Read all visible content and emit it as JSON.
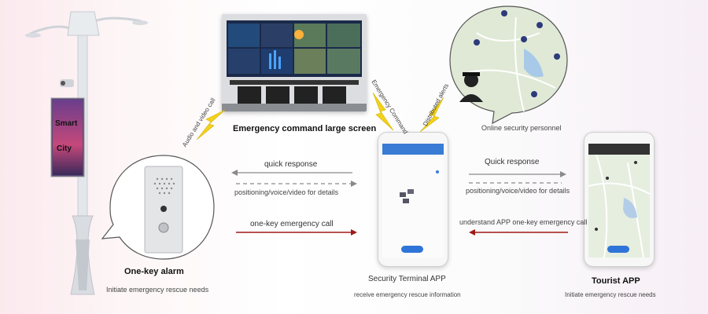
{
  "lamp": {
    "screen_line1": "Smart",
    "screen_line2": "City"
  },
  "big_screen": {
    "caption": "Emergency command large screen"
  },
  "map_bubble": {
    "caption": "Online security personnel"
  },
  "alarm": {
    "title": "One-key alarm",
    "subtitle": "Initiate emergency rescue needs"
  },
  "security_app": {
    "title": "Security Terminal APP",
    "subtitle": "receive emergency rescue information"
  },
  "tourist_app": {
    "title": "Tourist APP",
    "subtitle": "Initiate emergency rescue needs"
  },
  "links": {
    "audio_video": "Audio and video call",
    "emergency_command": "Emergency Command",
    "distributed_alerts": "Distributed alerts"
  },
  "left_flows": {
    "quick_response": "quick response",
    "positioning": "positioning/voice/video for details",
    "one_key_call": "one-key emergency call"
  },
  "right_flows": {
    "quick_response": "Quick response",
    "positioning": "positioning/voice/video for details",
    "understand_call": "understand APP one-key emergency call"
  },
  "colors": {
    "gray_arrow": "#8a8a8a",
    "red_arrow": "#a01818",
    "lightning": "#f2d21a",
    "phone_header": "#3a7bd5"
  }
}
